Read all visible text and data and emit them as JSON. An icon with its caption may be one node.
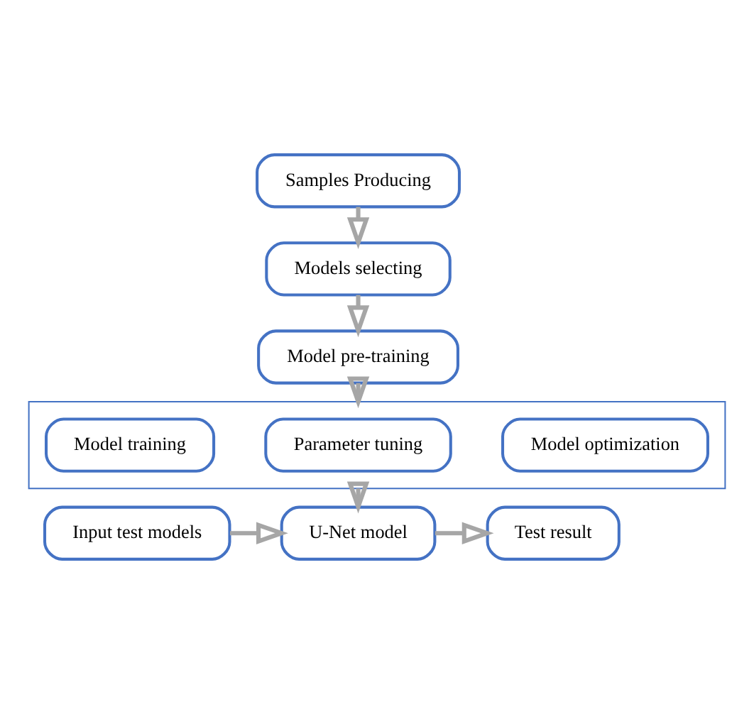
{
  "diagram": {
    "nodes": [
      {
        "text": [
          "Samples Producing"
        ]
      },
      {
        "text": [
          "Models selecting"
        ]
      },
      {
        "text": [
          "Model pre-training"
        ]
      },
      {
        "text": [],
        "shape": "box"
      },
      {
        "text": [
          "Model training"
        ],
        "in": 3
      },
      {
        "text": [
          "Parameter tuning"
        ],
        "in": 3
      },
      {
        "text": [
          "Model optimization"
        ],
        "in": 3
      },
      {
        "text": [
          "Input test models"
        ]
      },
      {
        "text": [
          "U-Net model"
        ]
      },
      {
        "text": [
          "Test result"
        ]
      }
    ],
    "edges": [
      {
        "from": 0,
        "to": 1,
        "arrow": "to"
      },
      {
        "from": 1,
        "to": 2,
        "arrow": "to"
      },
      {
        "from": 2,
        "to": 3,
        "arrow": "to"
      },
      {
        "from": 3,
        "to": 8,
        "arrow": "to"
      },
      {
        "from": 7,
        "to": 8,
        "arrow": "to"
      },
      {
        "from": 8,
        "to": 9,
        "arrow": "to"
      }
    ]
  }
}
